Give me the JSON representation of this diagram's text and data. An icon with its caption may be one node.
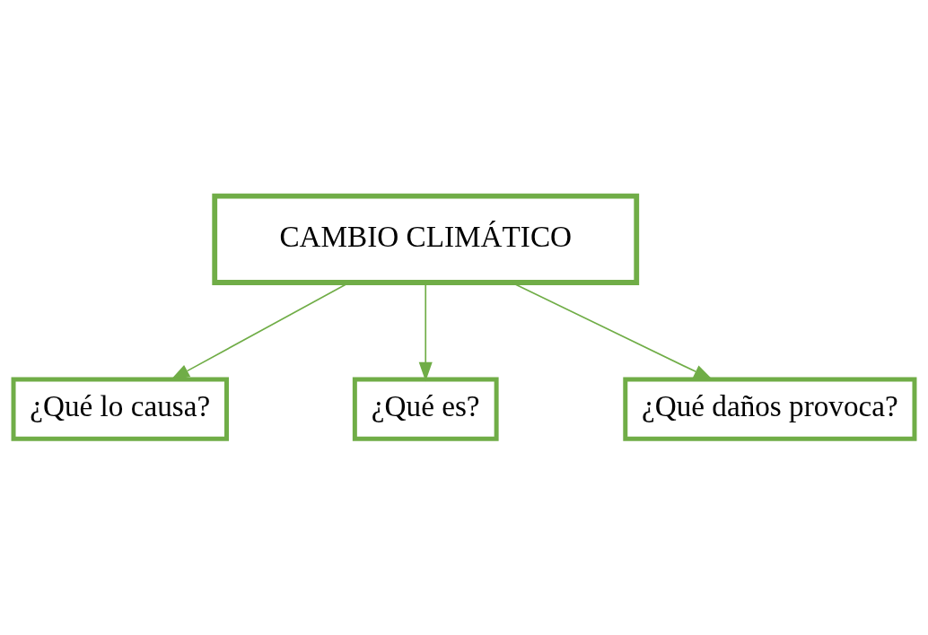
{
  "diagram": {
    "nodes": [
      {
        "text": [
          "CAMBIO CLIMÁTICO"
        ]
      },
      {
        "text": [
          "¿Qué lo causa?"
        ]
      },
      {
        "text": [
          "¿Qué es?"
        ]
      },
      {
        "text": [
          "¿Qué daños provoca?"
        ]
      }
    ],
    "edges": [
      {
        "from": 0,
        "to": 1,
        "arrow": "to"
      },
      {
        "from": 0,
        "to": 2,
        "arrow": "to"
      },
      {
        "from": 0,
        "to": 3,
        "arrow": "to"
      }
    ]
  }
}
